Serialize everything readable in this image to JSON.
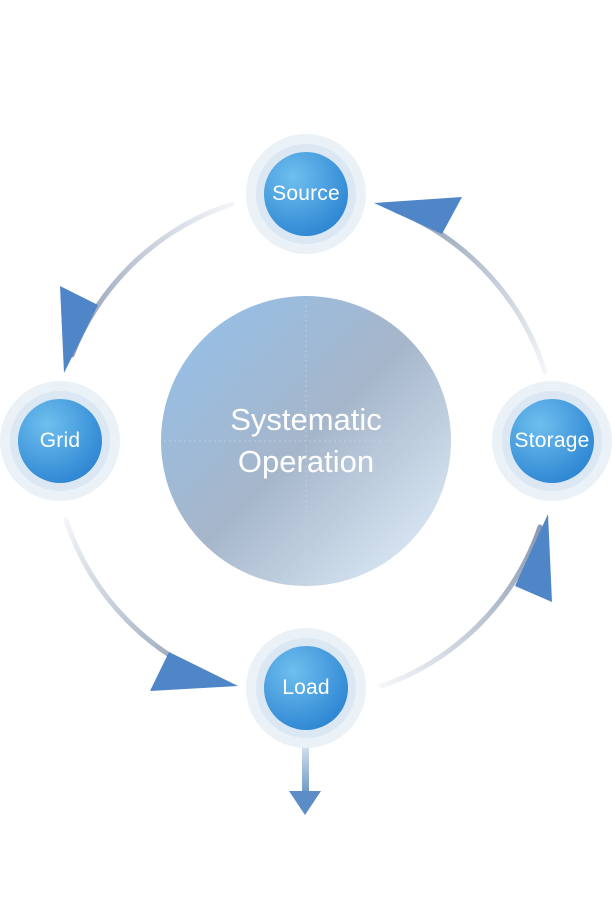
{
  "center": {
    "line1": "Systematic",
    "line2": "Operation"
  },
  "nodes": {
    "source": "Source",
    "storage": "Storage",
    "load": "Load",
    "grid": "Grid"
  },
  "colors": {
    "node_fill_light": "#5fb3e8",
    "node_fill_dark": "#2b85d4",
    "halo": "#e6eef6",
    "arrow_head": "#4f86c8",
    "arc_light": "#eef1f5",
    "arc_dark": "#8ea1b8",
    "center_fill_a": "#9ac2e8",
    "center_fill_b": "#a9b8cc",
    "center_fill_c": "#e4f1ff"
  }
}
